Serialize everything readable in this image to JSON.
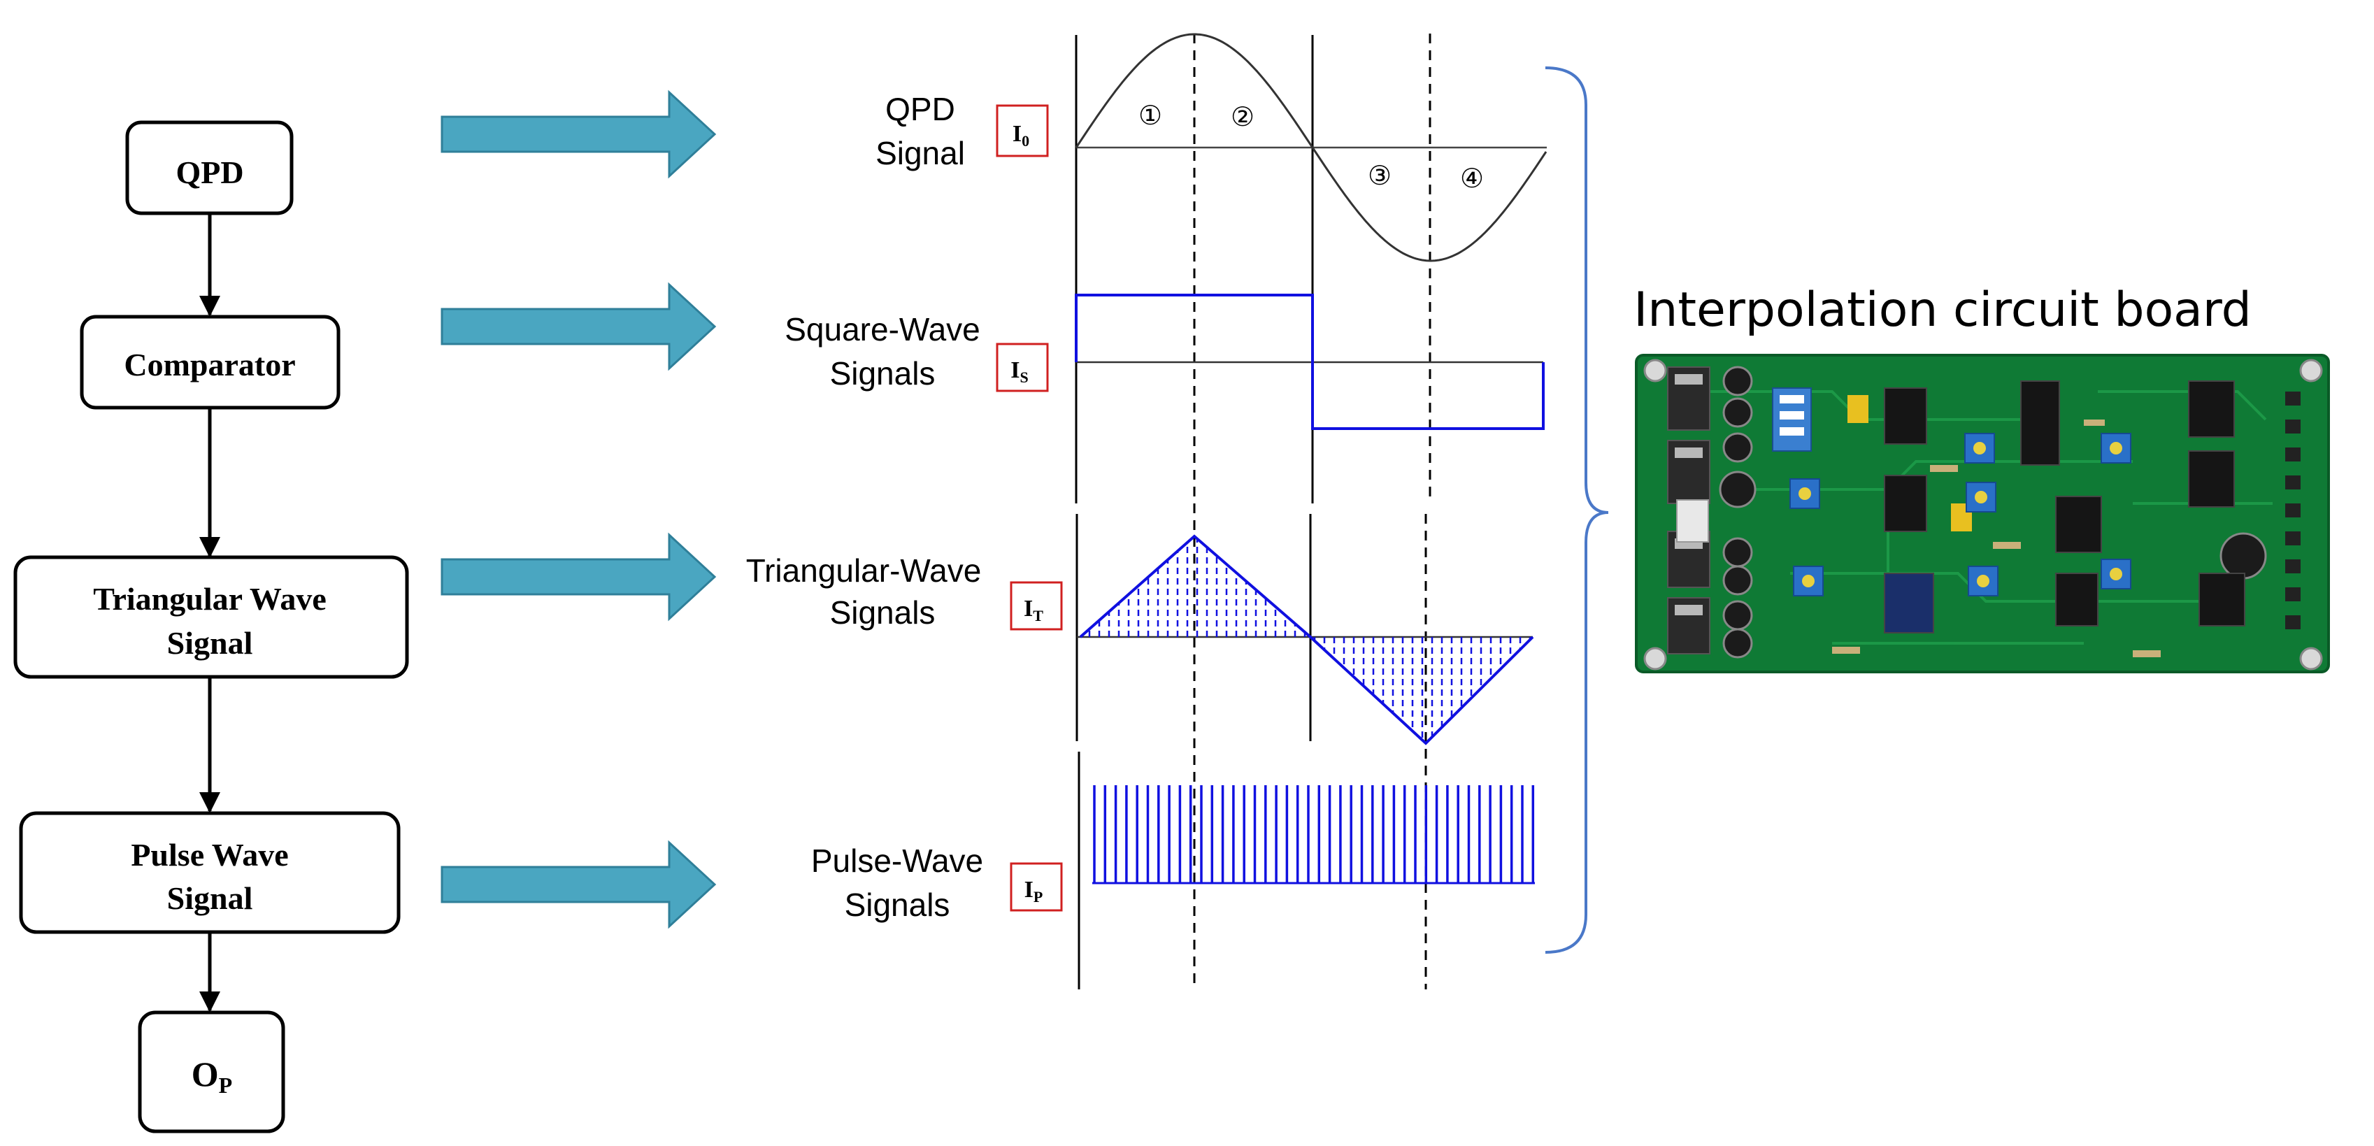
{
  "flow": {
    "boxes": [
      {
        "id": "qpd",
        "lines": [
          "QPD"
        ]
      },
      {
        "id": "comparator",
        "lines": [
          "Comparator"
        ]
      },
      {
        "id": "triangular",
        "lines": [
          "Triangular Wave",
          "Signal"
        ]
      },
      {
        "id": "pulse",
        "lines": [
          "Pulse Wave",
          "Signal"
        ]
      }
    ],
    "output": {
      "main": "O",
      "sub": "P"
    }
  },
  "signals": [
    {
      "id": "qpd",
      "label_lines": [
        "QPD",
        "Signal"
      ],
      "symbol": {
        "main": "I",
        "sub": "0"
      }
    },
    {
      "id": "square",
      "label_lines": [
        "Square-Wave",
        "Signals"
      ],
      "symbol": {
        "main": "I",
        "sub": "S"
      }
    },
    {
      "id": "triangular",
      "label_lines": [
        "Triangular-Wave",
        "Signals"
      ],
      "symbol": {
        "main": "I",
        "sub": "T"
      }
    },
    {
      "id": "pulse",
      "label_lines": [
        "Pulse-Wave",
        "Signals"
      ],
      "symbol": {
        "main": "I",
        "sub": "P"
      }
    }
  ],
  "phase_markers": [
    "①",
    "②",
    "③",
    "④"
  ],
  "board": {
    "title": "Interpolation circuit board"
  },
  "colors": {
    "arrow": "#4aa6c1",
    "arrow_stroke": "#2f7f99",
    "wave_blue": "#1010e0",
    "symbol_box": "#d02020",
    "brace": "#4a78c8",
    "pcb": "#0f7a35"
  }
}
